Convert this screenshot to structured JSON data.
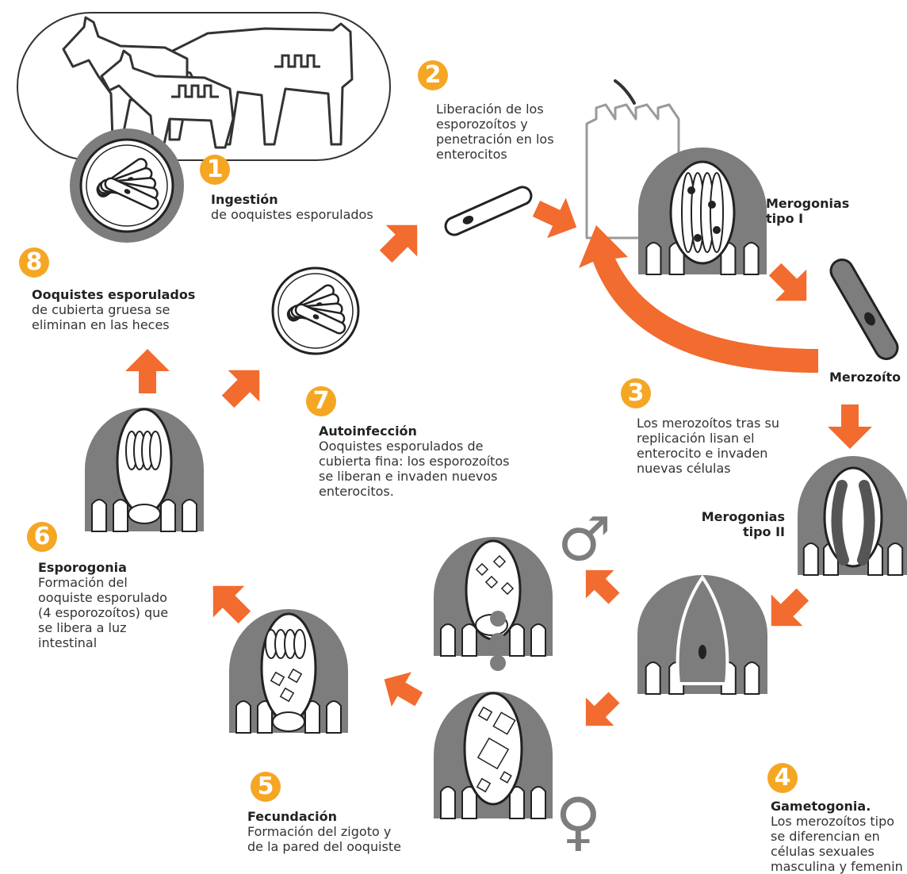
{
  "colors": {
    "accent": "#f26b2f",
    "badge": "#f5a623",
    "gray": "#7d7d7d",
    "light": "#bfbfbf"
  },
  "steps": [
    {
      "num": "1",
      "title": "Ingestión",
      "lines": [
        "de ooquistes esporulados"
      ]
    },
    {
      "num": "2",
      "title": "",
      "lines": [
        "Liberación de los",
        "esporozoítos y",
        "penetración en los",
        "enterocitos"
      ]
    },
    {
      "num": "3",
      "title": "",
      "lines": [
        "Los merozoítos tras su",
        "replicación lisan el",
        "enterocito e invaden",
        "nuevas células"
      ]
    },
    {
      "num": "4",
      "title": "Gametogonia.",
      "lines": [
        "Los merozoítos tipo",
        "se diferencian en",
        "células sexuales",
        "masculina y femenin"
      ]
    },
    {
      "num": "5",
      "title": "Fecundación",
      "lines": [
        "Formación del zigoto y",
        "de la pared del ooquiste"
      ]
    },
    {
      "num": "6",
      "title": "Esporogonia",
      "lines": [
        "Formación del",
        "ooquiste esporulado",
        "(4 esporozoítos) que",
        "se libera a luz",
        "intestinal"
      ]
    },
    {
      "num": "7",
      "title": "Autoinfección",
      "lines": [
        "Ooquistes esporulados de",
        "cubierta fina:  los esporozoítos",
        "se liberan e  invaden nuevos",
        "enterocitos."
      ]
    },
    {
      "num": "8",
      "title": "Ooquistes esporulados",
      "lines": [
        "de cubierta gruesa se",
        "eliminan en las heces"
      ]
    }
  ],
  "labels": {
    "merogonias_1": [
      "Merogonias",
      "tipo I"
    ],
    "merozoito": "Merozoíto",
    "merogonias_2": [
      "Merogonias",
      "tipo II"
    ]
  },
  "symbols": {
    "male": "♂",
    "female": "♀"
  },
  "icons": [
    "goat-icon",
    "cow-icon",
    "intestine-icon",
    "oocyst-icon",
    "sporozoite-icon",
    "cell-icon",
    "arrow-icon"
  ]
}
